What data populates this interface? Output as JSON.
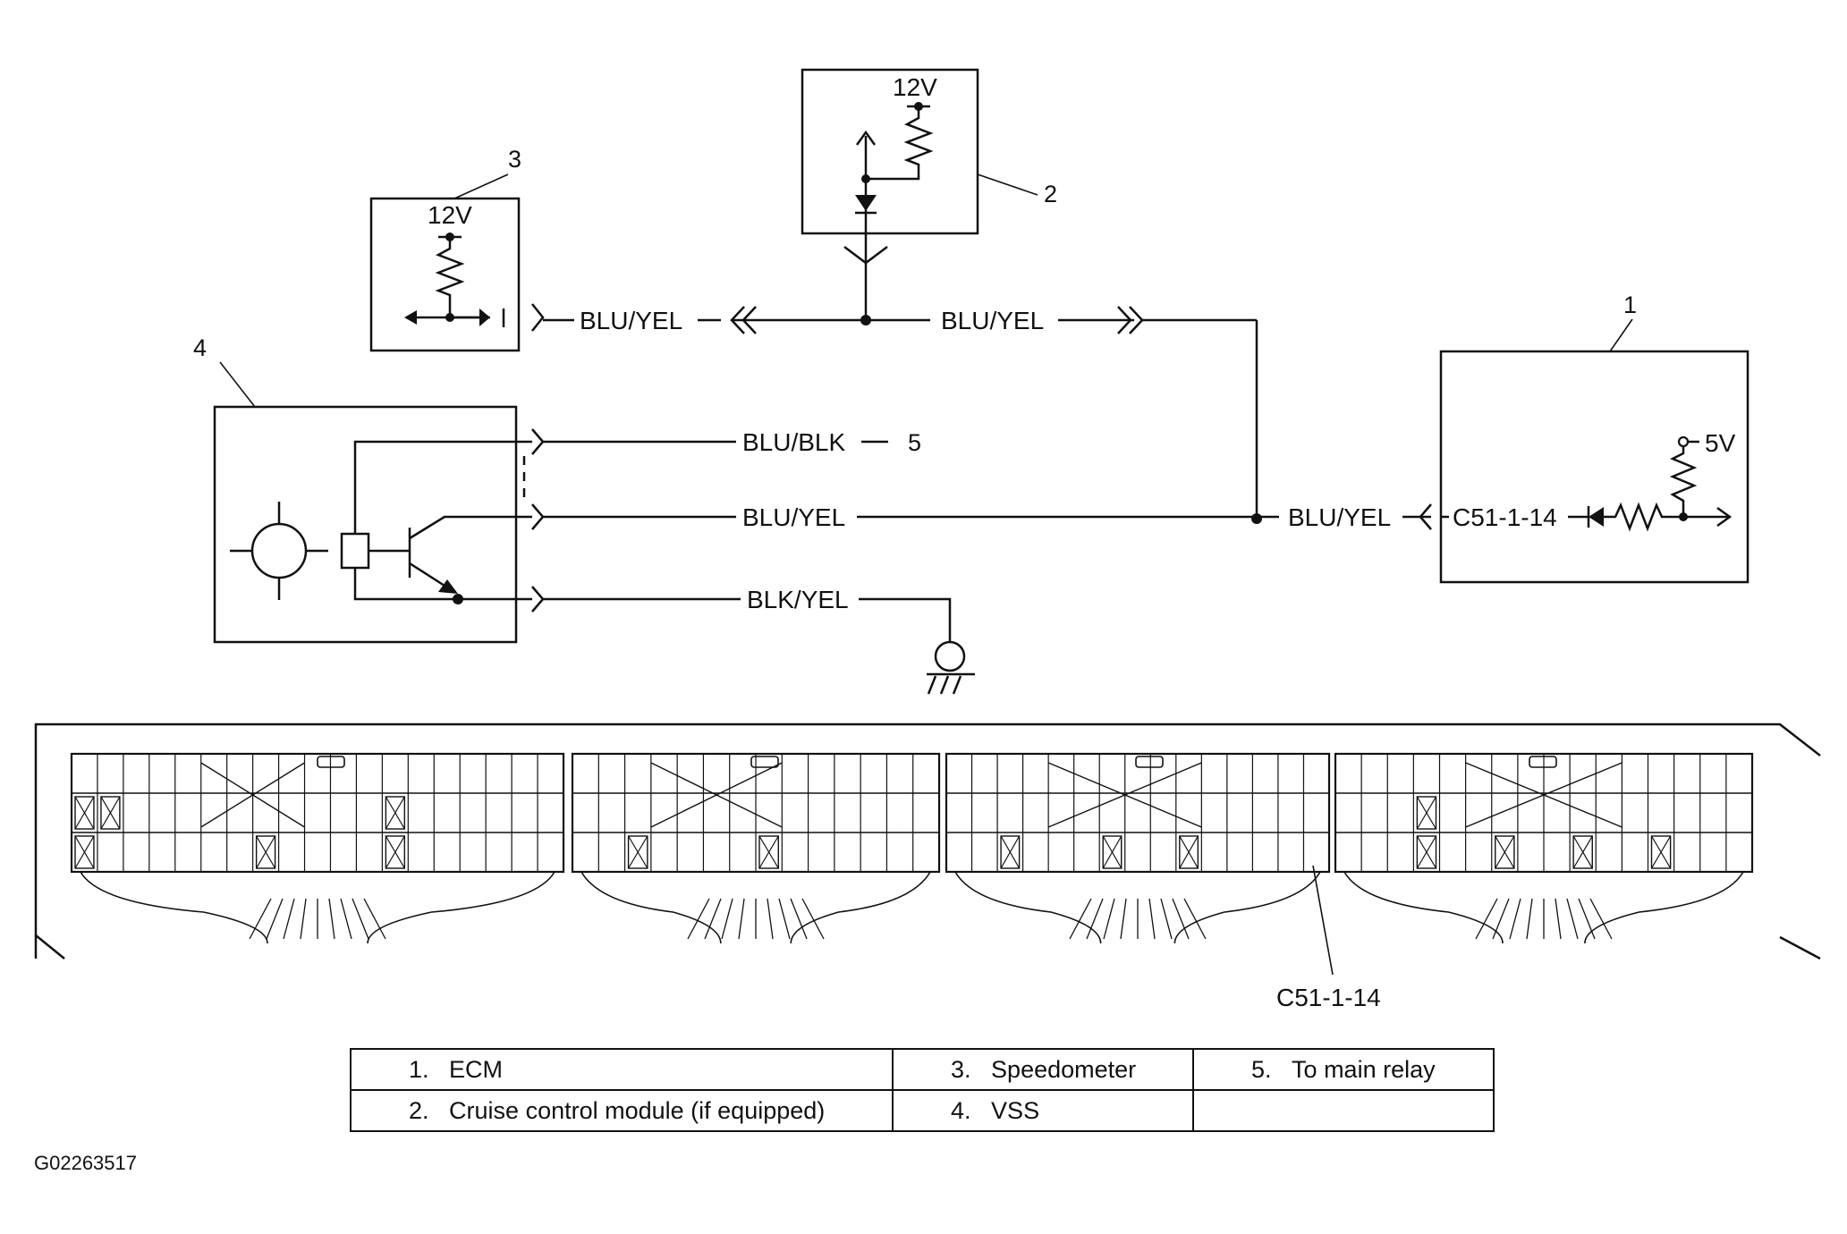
{
  "callouts": {
    "ecm": "1",
    "cruise_module": "2",
    "speedometer": "3",
    "vss": "4",
    "main_relay": "5"
  },
  "voltages": {
    "speedometer": "12V",
    "cruise_module": "12V",
    "ecm": "5V"
  },
  "wires": {
    "speedometer_branch": "BLU/YEL",
    "cruise_branch": "BLU/YEL",
    "vss_to_relay": "BLU/BLK",
    "vss_signal": "BLU/YEL",
    "ecm_input": "BLU/YEL",
    "vss_ground": "BLK/YEL"
  },
  "terminals": {
    "ecm_pin": "C51-1-14",
    "connector_callout": "C51-1-14"
  },
  "legend": {
    "rows": [
      [
        {
          "num": "1.",
          "text": "ECM"
        },
        {
          "num": "3.",
          "text": "Speedometer"
        },
        {
          "num": "5.",
          "text": "To main relay"
        }
      ],
      [
        {
          "num": "2.",
          "text": "Cruise control module (if equipped)"
        },
        {
          "num": "4.",
          "text": "VSS"
        },
        {
          "num": "",
          "text": ""
        }
      ]
    ]
  },
  "figure_id": "G02263517"
}
